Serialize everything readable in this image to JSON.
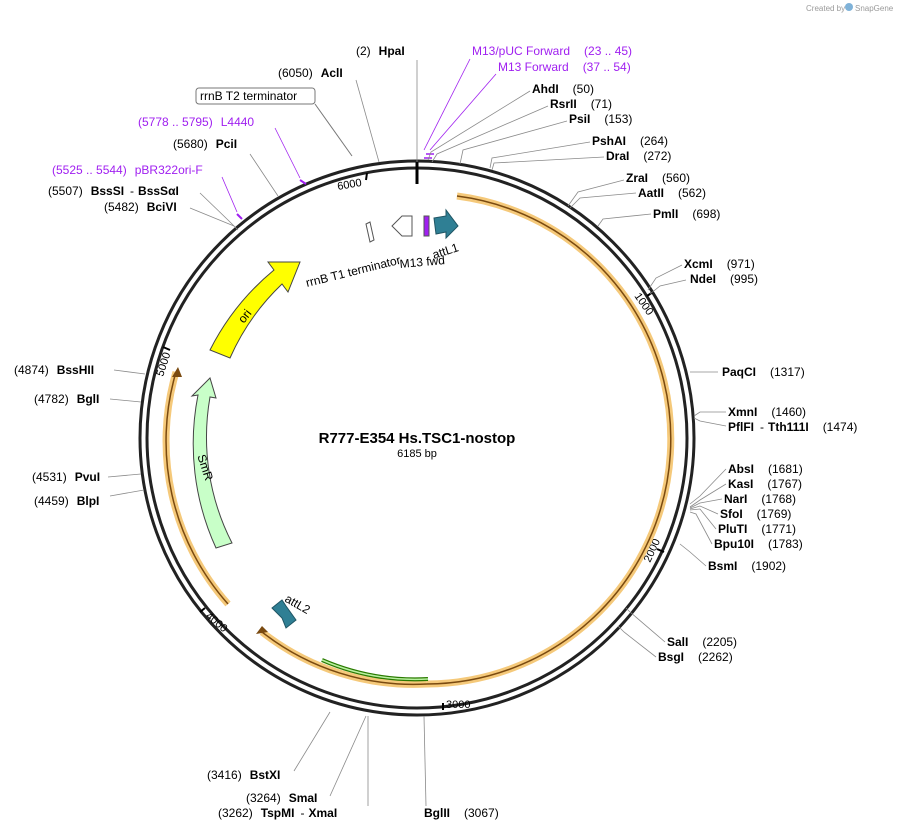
{
  "credit": {
    "text": "Created by",
    "brand": "SnapGene"
  },
  "plasmid": {
    "name": "R777-E354 Hs.TSC1-nostop",
    "length_text": "6185 bp",
    "length": 6185
  },
  "colors": {
    "primer": "#a020f0",
    "orf": "#f5c97a",
    "backbone": "#222222",
    "ori": "#ffff00",
    "smr": "#c8ffc8",
    "att": "#2f7f94"
  },
  "ticks": [
    "1000",
    "2000",
    "3000",
    "4000",
    "5000",
    "6000"
  ],
  "enzymes": [
    {
      "pos": "(2)",
      "name": "HpaI"
    },
    {
      "pos": "(6050)",
      "name": "AclI"
    },
    {
      "pos": "(5680)",
      "name": "PciI"
    },
    {
      "pos": "(5507)",
      "name": "BssSI",
      "name2": "BssSαI"
    },
    {
      "pos": "(5482)",
      "name": "BciVI"
    },
    {
      "pos": "(4874)",
      "name": "BssHII"
    },
    {
      "pos": "(4782)",
      "name": "BglI"
    },
    {
      "pos": "(4531)",
      "name": "PvuI"
    },
    {
      "pos": "(4459)",
      "name": "BlpI"
    },
    {
      "pos": "(3416)",
      "name": "BstXI"
    },
    {
      "pos": "(3264)",
      "name": "SmaI"
    },
    {
      "pos": "(3262)",
      "name": "TspMI",
      "name2": "XmaI"
    },
    {
      "pos": "(3067)",
      "name": "BglII"
    },
    {
      "pos": "(50)",
      "name": "AhdI"
    },
    {
      "pos": "(71)",
      "name": "RsrII"
    },
    {
      "pos": "(153)",
      "name": "PsiI"
    },
    {
      "pos": "(264)",
      "name": "PshAI"
    },
    {
      "pos": "(272)",
      "name": "DraI"
    },
    {
      "pos": "(560)",
      "name": "ZraI"
    },
    {
      "pos": "(562)",
      "name": "AatII"
    },
    {
      "pos": "(698)",
      "name": "PmlI"
    },
    {
      "pos": "(971)",
      "name": "XcmI"
    },
    {
      "pos": "(995)",
      "name": "NdeI"
    },
    {
      "pos": "(1317)",
      "name": "PaqCI"
    },
    {
      "pos": "(1460)",
      "name": "XmnI"
    },
    {
      "pos": "(1474)",
      "name": "PflFI",
      "name2": "Tth111I"
    },
    {
      "pos": "(1681)",
      "name": "AbsI"
    },
    {
      "pos": "(1767)",
      "name": "KasI"
    },
    {
      "pos": "(1768)",
      "name": "NarI"
    },
    {
      "pos": "(1769)",
      "name": "SfoI"
    },
    {
      "pos": "(1771)",
      "name": "PluTI"
    },
    {
      "pos": "(1783)",
      "name": "Bpu10I"
    },
    {
      "pos": "(1902)",
      "name": "BsmI"
    },
    {
      "pos": "(2205)",
      "name": "SalI"
    },
    {
      "pos": "(2262)",
      "name": "BsgI"
    }
  ],
  "primers": [
    {
      "name": "M13/pUC Forward",
      "range": "(23 .. 45)"
    },
    {
      "name": "M13 Forward",
      "range": "(37 .. 54)"
    },
    {
      "name": "L4440",
      "range": "(5778 .. 5795)"
    },
    {
      "name": "pBR322ori-F",
      "range": "(5525 .. 5544)"
    }
  ],
  "features": {
    "rrnb_t2": "rrnB T2 terminator",
    "rrnb_t1": "rrnB T1 terminator",
    "m13_fwd": "M13 fwd",
    "attl1": "attL1",
    "attl2": "attL2",
    "ori": "ori",
    "smr": "SmR"
  }
}
